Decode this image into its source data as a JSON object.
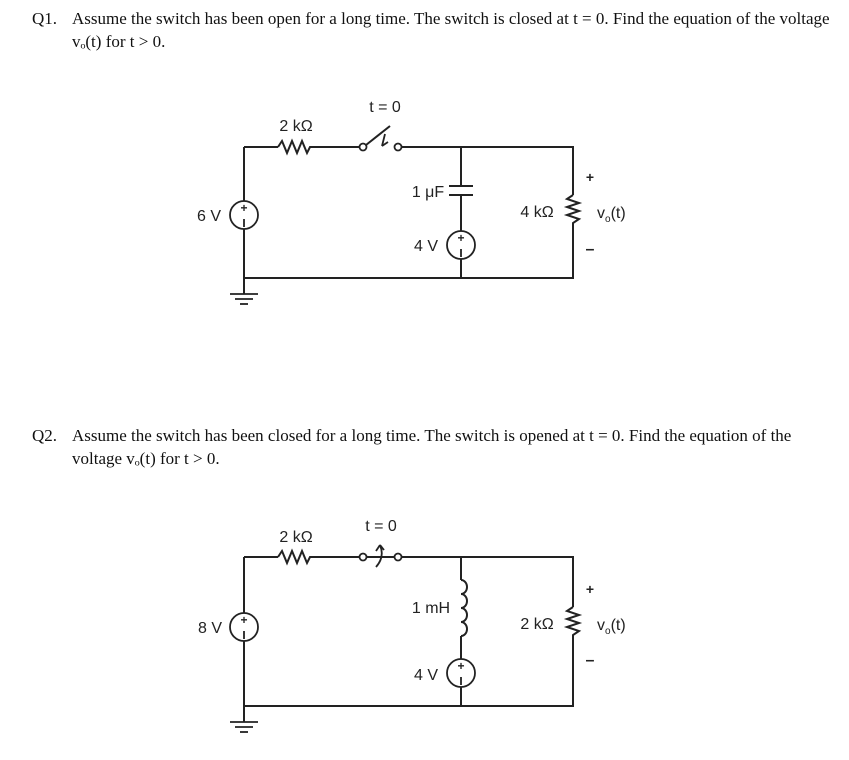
{
  "questions": [
    {
      "number": "Q1.",
      "text": "Assume the switch has been open for a long time. The switch is closed at t = 0. Find the equation of the voltage vₒ(t) for t > 0."
    },
    {
      "number": "Q2.",
      "text": "Assume the switch has been closed for a long time. The switch is opened at t = 0. Find the equation of the voltage vₒ(t) for t > 0."
    }
  ],
  "circuit1": {
    "source_label": "6 V",
    "resistor1_label": "2 kΩ",
    "switch_label": "t = 0",
    "capacitor_label": "1 μF",
    "source2_label": "4 V",
    "resistor2_label": "4 kΩ",
    "vo_plus": "+",
    "vo_label": "v",
    "vo_sub": "o",
    "vo_arg": "(t)",
    "vo_minus": "–"
  },
  "circuit2": {
    "source_label": "8 V",
    "resistor1_label": "2 kΩ",
    "switch_label": "t = 0",
    "inductor_label": "1 mH",
    "source2_label": "4 V",
    "resistor2_label": "2 kΩ",
    "vo_plus": "+",
    "vo_label": "v",
    "vo_sub": "o",
    "vo_arg": "(t)",
    "vo_minus": "–"
  }
}
